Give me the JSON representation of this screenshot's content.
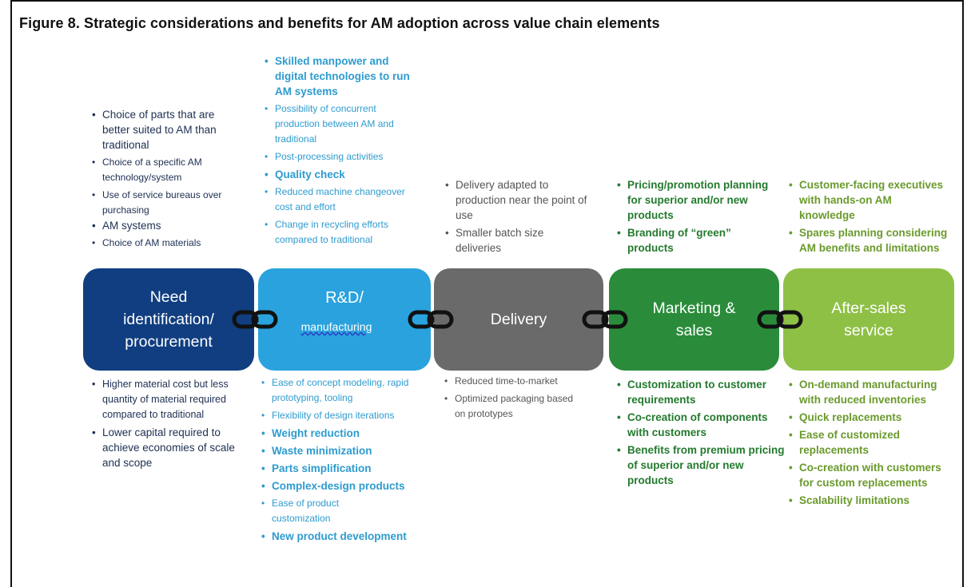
{
  "title": "Figure 8. Strategic considerations and benefits for AM adoption across value chain elements",
  "stages": [
    {
      "lines": [
        "Need",
        "identification/",
        "procurement"
      ],
      "color": "#103e80"
    },
    {
      "lines": [
        "R&D/",
        "manufacturing"
      ],
      "color": "#2aa2dd"
    },
    {
      "lines": [
        "Delivery"
      ],
      "color": "#6a6a6a"
    },
    {
      "lines": [
        "Marketing &",
        "sales"
      ],
      "color": "#2a8c3a"
    },
    {
      "lines": [
        "After-sales",
        "service"
      ],
      "color": "#8ec045"
    }
  ],
  "considerations": {
    "need": [
      "Choice of parts that are better suited to AM than traditional",
      "Choice of a specific AM technology/system",
      "Use of service bureaus over purchasing",
      "AM systems",
      "Choice of AM materials"
    ],
    "rd": [
      "Skilled manpower and digital technologies to run AM systems",
      "Possibility of concurrent production between AM and traditional",
      "Post-processing activities",
      "Quality check",
      "Reduced machine changeover cost and effort",
      "Change in recycling efforts compared to traditional"
    ],
    "delivery": [
      "Delivery adapted to production near the point of use",
      "Smaller batch size deliveries"
    ],
    "marketing": [
      "Pricing/promotion planning for superior and/or new products",
      "Branding of “green” products"
    ],
    "aftersales": [
      "Customer-facing executives with hands-on AM knowledge",
      "Spares planning considering AM benefits and limitations"
    ]
  },
  "benefits": {
    "need": [
      "Higher material cost but less quantity of material required compared to traditional",
      "Lower capital required to achieve economies of scale and scope"
    ],
    "rd": [
      "Ease of concept modeling, rapid prototyping, tooling",
      "Flexibility of design iterations",
      "Weight reduction",
      "Waste minimization",
      "Parts simplification",
      "Complex-design products",
      "Ease of product customization",
      "New product development"
    ],
    "delivery": [
      "Reduced time-to-market",
      "Optimized packaging based on prototypes"
    ],
    "marketing": [
      "Customization to customer requirements",
      "Co-creation of components with customers",
      "Benefits from premium pricing of superior and/or new products"
    ],
    "aftersales": [
      "On-demand manufacturing with reduced inventories",
      "Quick replacements",
      "Ease of customized replacements",
      "Co-creation with customers for custom replacements",
      "Scalability limitations"
    ]
  }
}
